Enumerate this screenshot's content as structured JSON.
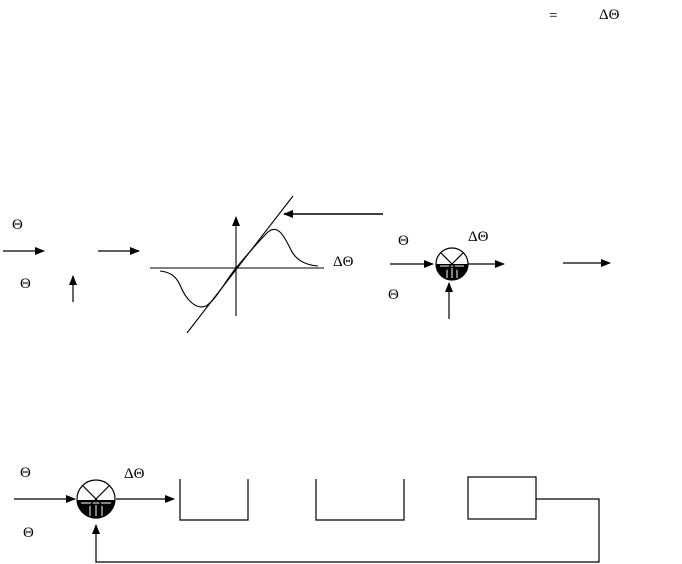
{
  "top": {
    "equals": "=",
    "delta_theta": "ΔΘ"
  },
  "panel_a": {
    "input_top": "Θ",
    "input_bottom": "Θ"
  },
  "panel_b": {
    "axis_label": "ΔΘ"
  },
  "panel_c": {
    "input_top": "Θ",
    "input_bottom": "Θ",
    "output": "ΔΘ"
  },
  "loop": {
    "input_top": "Θ",
    "input_bottom": "Θ",
    "error": "ΔΘ"
  },
  "colors": {
    "ink": "#000000",
    "background": "#ffffff"
  }
}
